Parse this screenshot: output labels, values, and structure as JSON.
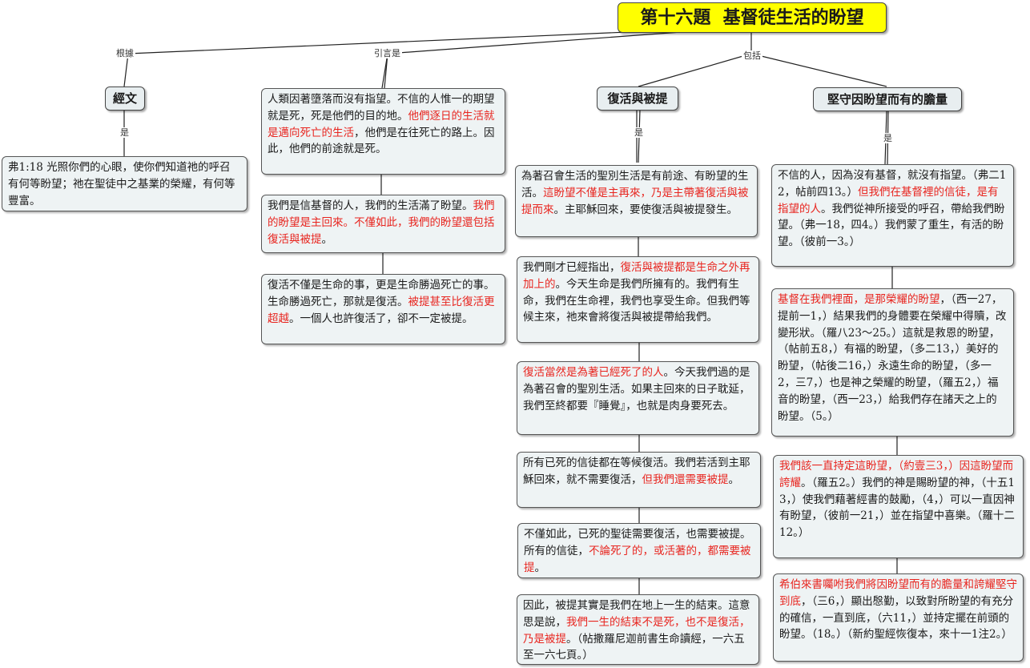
{
  "title": "第十六題  基督徒生活的盼望",
  "links": {
    "basis": "根據",
    "quote": "引言是",
    "include": "包括",
    "is1": "是",
    "is2": "是",
    "is3": "是"
  },
  "concepts": {
    "scripture": "經文",
    "resurrection_rapture": "復活與被提",
    "courage": "堅守因盼望而有的膽量"
  },
  "notes": {
    "scripture_text": [
      {
        "t": "弗1:18  光照你們的心眼，使你們知道祂的呼召有何等盼望；祂在聖徒中之基業的榮耀，有何等豐富。"
      }
    ],
    "quote1": [
      {
        "t": "人類因著墮落而沒有指望。不信的人惟一的期望就是死，死是他們的目的地。"
      },
      {
        "t": "他們逐日的生活就是邁向死亡的生活",
        "h": 1
      },
      {
        "t": "，他們是在往死亡的路上。因此，他們的前途就是死。"
      }
    ],
    "quote2": [
      {
        "t": "我們是信基督的人，我們的生活滿了盼望。"
      },
      {
        "t": "我們的盼望是主回來。不僅如此，我們的盼望還包括復活與被提",
        "h": 1
      },
      {
        "t": "。"
      }
    ],
    "quote3": [
      {
        "t": "復活不僅是生命的事，更是生命勝過死亡的事。生命勝過死亡，那就是復活。"
      },
      {
        "t": "被提甚至比復活更超越",
        "h": 1
      },
      {
        "t": "。一個人也許復活了，卻不一定被提。"
      }
    ],
    "res1": [
      {
        "t": "為著召會生活的聖別生活是有前途、有盼望的生活。"
      },
      {
        "t": "這盼望不僅是主再來，乃是主帶著復活與被提而來",
        "h": 1
      },
      {
        "t": "。主耶穌回來，要使復活與被提發生。"
      }
    ],
    "res2": [
      {
        "t": "我們剛才已經指出，"
      },
      {
        "t": "復活與被提都是生命之外再加上的",
        "h": 1
      },
      {
        "t": "。今天生命是我們所擁有的。我們有生命，我們在生命裡，我們也享受生命。但我們等候主來，祂來會將復活與被提帶給我們。"
      }
    ],
    "res3": [
      {
        "t": "復活當然是為著已經死了的人",
        "h": 1
      },
      {
        "t": "。今天我們過的是為著召會的聖別生活。如果主回來的日子耽延，我們至終都要『睡覺』，也就是肉身要死去。"
      }
    ],
    "res4": [
      {
        "t": "所有已死的信徒都在等候復活。我們若活到主耶穌回來，就不需要復活，"
      },
      {
        "t": "但我們還需要被提",
        "h": 1
      },
      {
        "t": "。"
      }
    ],
    "res5": [
      {
        "t": "不僅如此，已死的聖徒需要復活，也需要被提。所有的信徒，"
      },
      {
        "t": "不論死了的，或活著的，都需要被提",
        "h": 1
      },
      {
        "t": "。"
      }
    ],
    "res6": [
      {
        "t": "因此，被提其實是我們在地上一生的結束。這意思是說，"
      },
      {
        "t": "我們一生的結束不是死，也不是復活，乃是被提",
        "h": 1
      },
      {
        "t": "。（帖撒羅尼迦前書生命讀經，一六五至一六七頁。）"
      }
    ],
    "cour1": [
      {
        "t": "不信的人，因為沒有基督，就沒有指望。（弗二12，帖前四13。）"
      },
      {
        "t": "但我們在基督裡的信徒，是有指望的人",
        "h": 1
      },
      {
        "t": "。我們從神所接受的呼召，帶給我們盼望。（弗一18，四4。）我們蒙了重生，有活的盼望。（彼前一3。）"
      }
    ],
    "cour2": [
      {
        "t": "基督在我們裡面，是那榮耀的盼望",
        "h": 1
      },
      {
        "t": "，（西一27，提前一1，）結果我們的身體要在榮耀中得贖，改變形狀。（羅八23～25。）這就是救恩的盼望，（帖前五8，）有福的盼望，（多二13，）美好的盼望，（帖後二16，）永遠生命的盼望，（多一2，三7，）也是神之榮耀的盼望，（羅五2，）福音的盼望，（西一23，）給我們存在諸天之上的盼望。（5。）"
      }
    ],
    "cour3": [
      {
        "t": "我們該一直持定這盼望，（約壹三3，）因這盼望而誇耀",
        "h": 1
      },
      {
        "t": "。（羅五2。）我們的神是賜盼望的神，（十五13，）使我們藉著經書的鼓勵，（4，）可以一直因神有盼望，（彼前一21，）並在指望中喜樂。（羅十二12。）"
      }
    ],
    "cour4": [
      {
        "t": "希伯來書囑咐我們將因盼望而有的膽量和誇耀堅守到底",
        "h": 1
      },
      {
        "t": "，（三6，）顯出慇勤，以致對所盼望的有充分的確信，一直到底，（六11，）並持定擺在前頭的盼望。（18。）（新約聖經恢復本，來十一1注2。）"
      }
    ]
  },
  "colors": {
    "title_bg": "#ffff00",
    "node_bg": "#e8eef0",
    "highlight": "#e8251f",
    "line": "#222222"
  }
}
